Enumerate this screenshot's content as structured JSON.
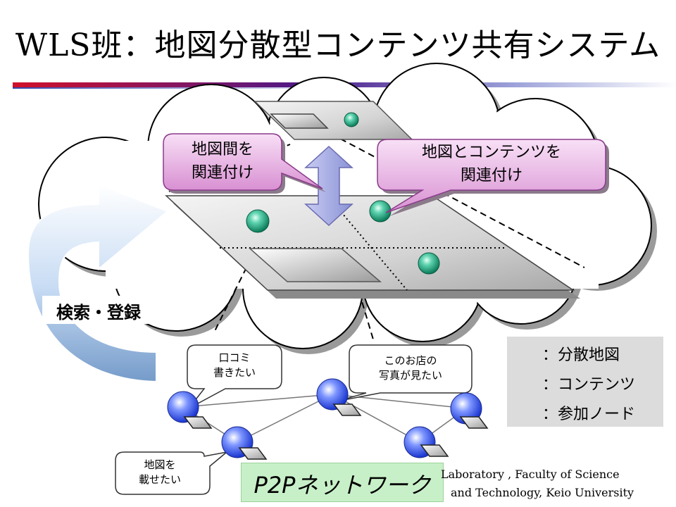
{
  "title": "WLS班：地図分散型コンテンツ共有システム",
  "callouts": {
    "map_to_map": [
      "地図間を",
      "関連付け"
    ],
    "map_to_content": [
      "地図とコンテンツを",
      "関連付け"
    ]
  },
  "search_label": "検索・登録",
  "requests": {
    "kuchikomi": [
      "口コミ",
      "書きたい"
    ],
    "photo": [
      "このお店の",
      "写真が見たい"
    ],
    "map": [
      "地図を",
      "載せたい"
    ]
  },
  "legend": [
    {
      "icon": "distributed-map-icon",
      "label": "：分散地図"
    },
    {
      "icon": "content-icon",
      "label": "：コンテンツ"
    },
    {
      "icon": "node-icon",
      "label": "：参加ノード"
    }
  ],
  "network_label": "P2Pネットワーク",
  "footer": [
    "Laboratory , Faculty of Science",
    "and Technology, Keio University"
  ],
  "colors": {
    "callout_fill": "#e6a8e0",
    "arrow_fill": "#aab0e4",
    "content_green": "#1aa880",
    "node_blue": "#3a5cf0",
    "network_bg": "#c8f0c8"
  }
}
